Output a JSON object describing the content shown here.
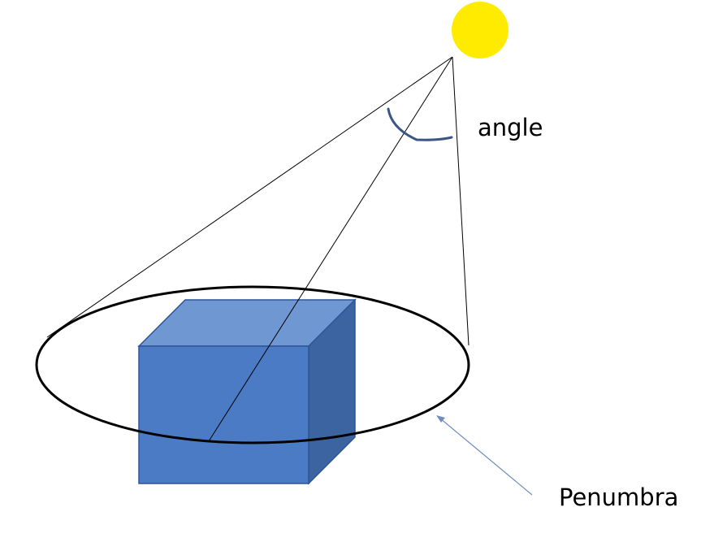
{
  "labels": {
    "angle": "angle",
    "penumbra": "Penumbra"
  },
  "colors": {
    "background": "#ffffff",
    "sun": "#ffeb00",
    "cube_front": "#4a7bc4",
    "cube_top": "#6f97d1",
    "cube_side": "#3b64a0",
    "cube_edge": "#2f5597",
    "ellipse": "#000000",
    "rays": "#000000",
    "angle_arc": "#3b5584",
    "arrow": "#6f8fbf"
  },
  "icons": {
    "light_source": "sun-circle",
    "object": "blue-cube",
    "shadow_region": "ellipse"
  }
}
